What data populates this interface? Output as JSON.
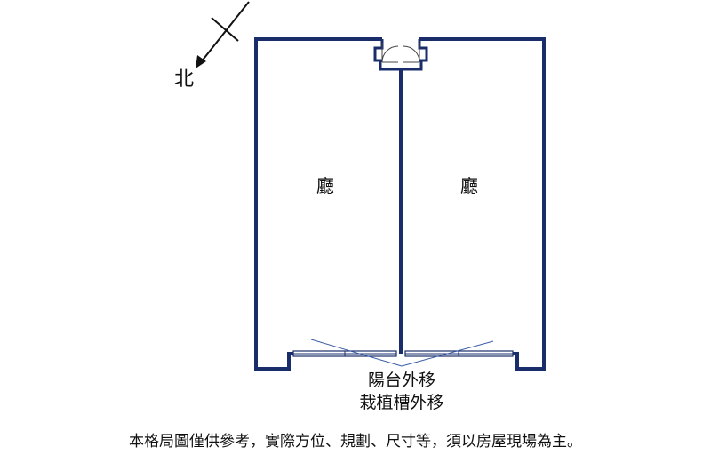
{
  "compass": {
    "label": "北",
    "icon": "north-arrow-icon"
  },
  "rooms": [
    {
      "name": "廳"
    },
    {
      "name": "廳"
    }
  ],
  "notes": {
    "line1": "陽台外移",
    "line2": "栽植槽外移"
  },
  "disclaimer": "本格局圖僅供參考，實際方位、規劃、尺寸等，須以房屋現場為主。",
  "colors": {
    "wall": "#1a2d6b",
    "text": "#111111",
    "window_lines": "#3a5da8"
  }
}
